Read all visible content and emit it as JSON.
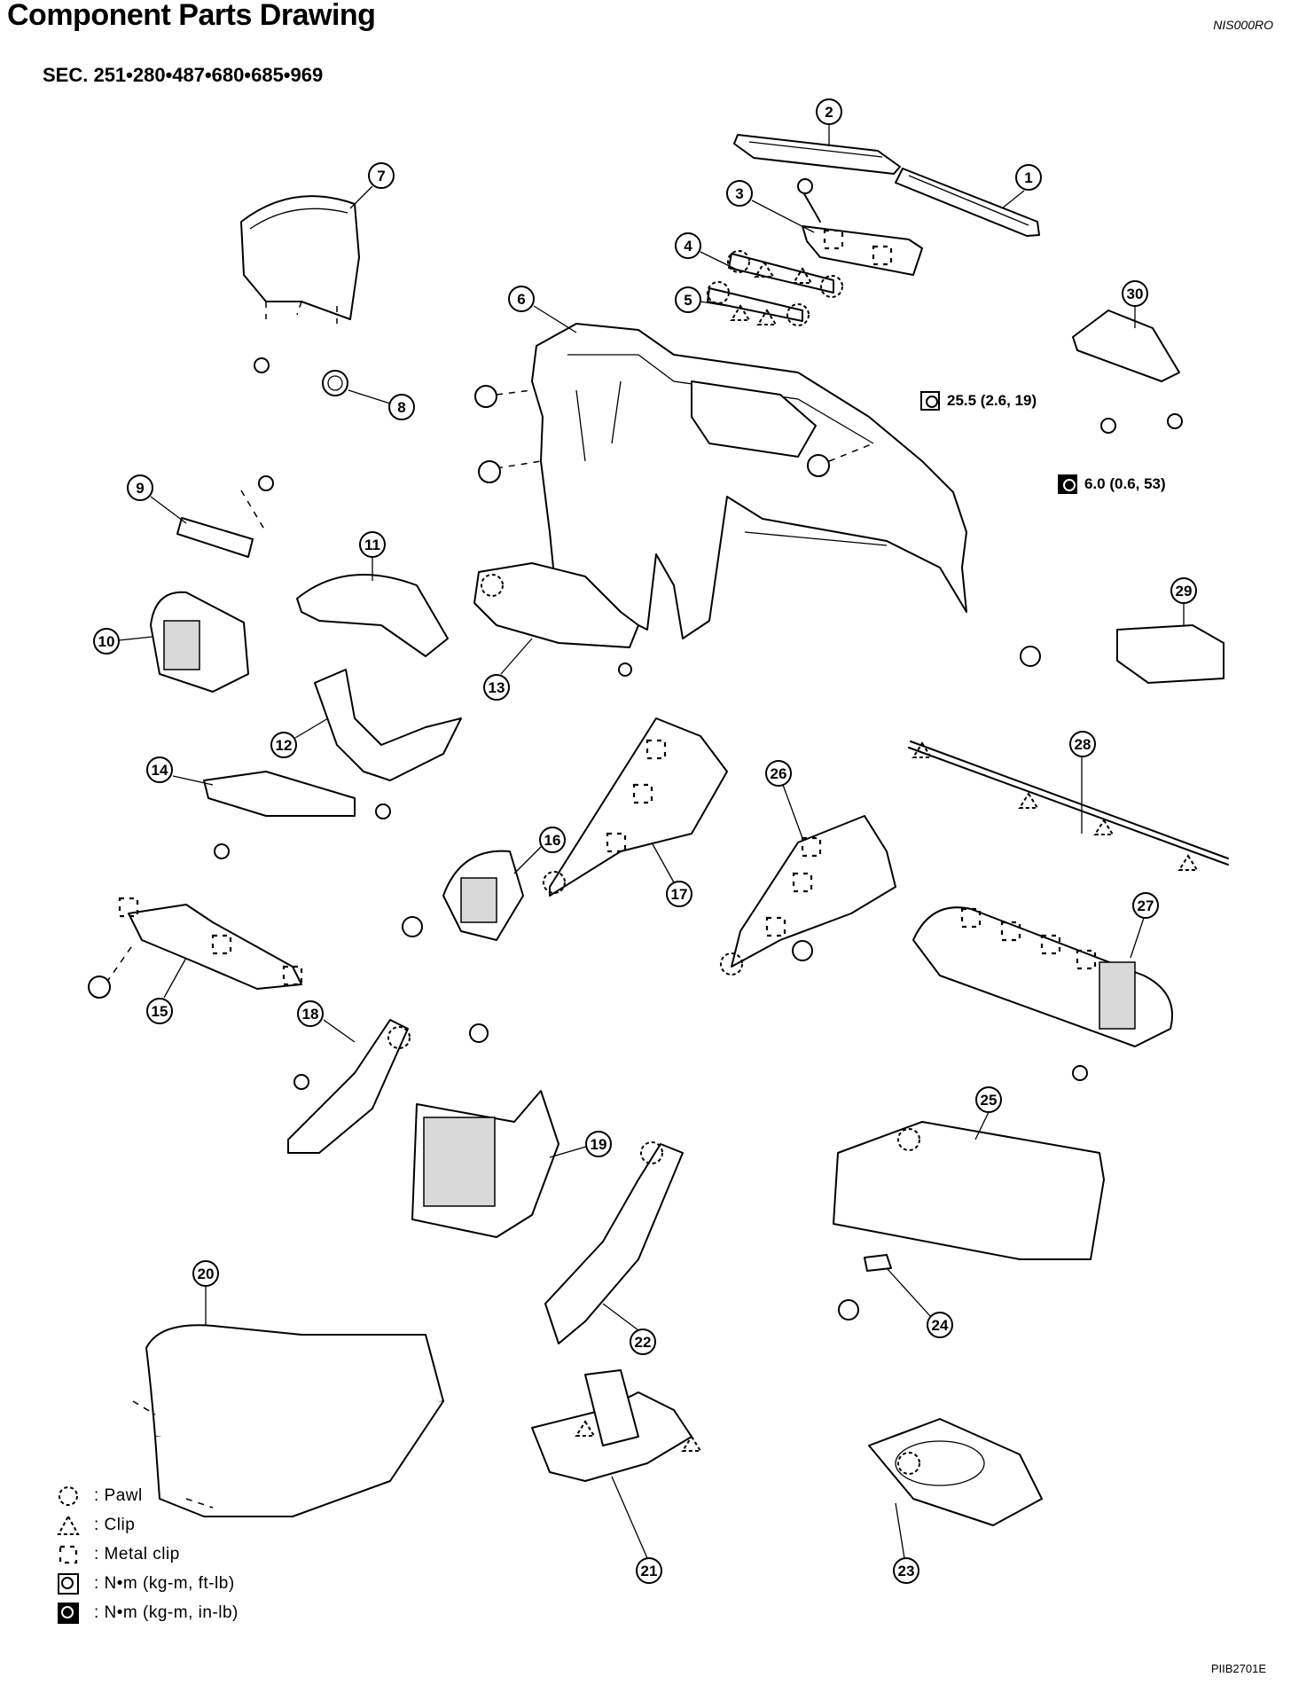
{
  "header": {
    "title": "Component Parts Drawing",
    "doc_code": "NIS000RO",
    "sections": "SEC. 251•280•487•680•685•969"
  },
  "footer": {
    "figure_code": "PIIB2701E"
  },
  "torque_specs": [
    {
      "label": "25.5 (2.6, 19)",
      "unit_icon": "torque-ft-lb-icon"
    },
    {
      "label": "6.0 (0.6, 53)",
      "unit_icon": "torque-in-lb-icon"
    }
  ],
  "legend": [
    {
      "symbol": "pawl-symbol",
      "text": ": Pawl"
    },
    {
      "symbol": "clip-symbol",
      "text": ": Clip"
    },
    {
      "symbol": "metal-clip-symbol",
      "text": ": Metal clip"
    },
    {
      "symbol": "torque-ft-lb-icon",
      "text": ": N•m  (kg-m,  ft-lb)"
    },
    {
      "symbol": "torque-in-lb-icon",
      "text": ": N•m  (kg-m,  in-lb)"
    }
  ],
  "callouts": [
    "1",
    "2",
    "3",
    "4",
    "5",
    "6",
    "7",
    "8",
    "9",
    "10",
    "11",
    "12",
    "13",
    "14",
    "15",
    "16",
    "17",
    "18",
    "19",
    "20",
    "21",
    "22",
    "23",
    "24",
    "25",
    "26",
    "27",
    "28",
    "29",
    "30"
  ]
}
